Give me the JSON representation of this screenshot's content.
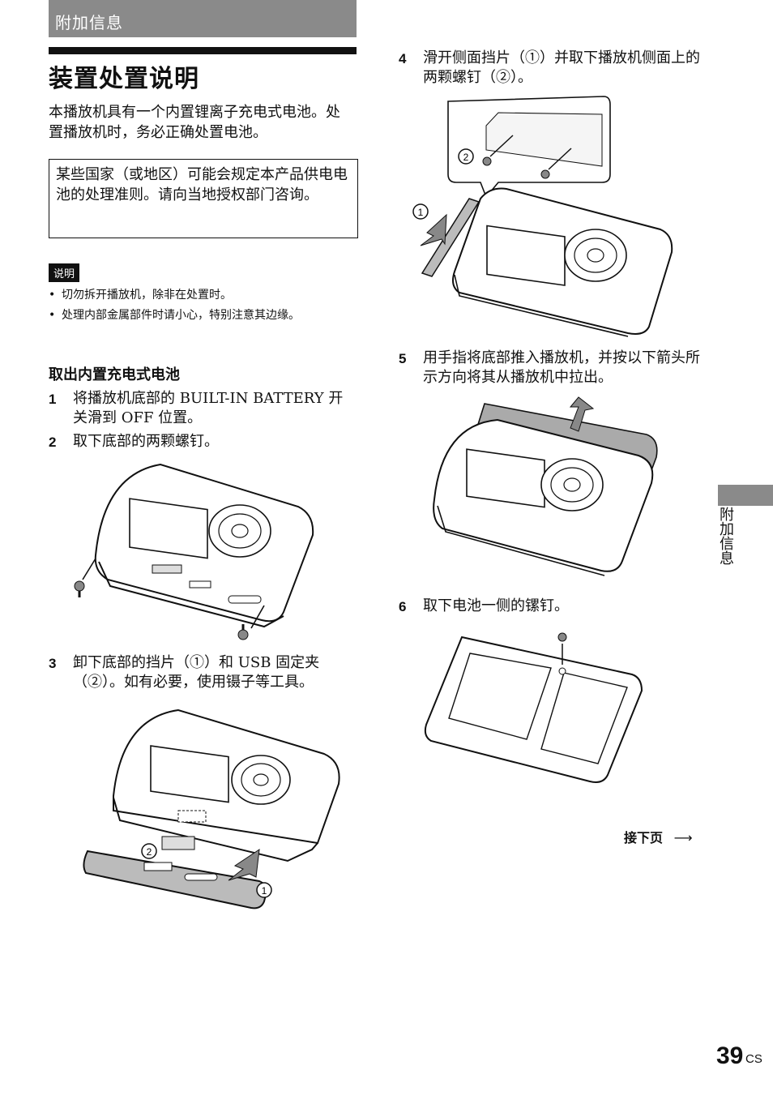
{
  "header": {
    "section": "附加信息"
  },
  "page_title": "装置处置说明",
  "intro": "本播放机具有一个内置锂离子充电式电池。处置播放机时，务必正确处置电池。",
  "warning_box": "某些国家（或地区）可能会规定本产品供电电池的处理准则。请向当地授权部门咨询。",
  "note": {
    "tag": "说明",
    "items": [
      "切勿拆开播放机，除非在处置时。",
      "处理内部金属部件时请小心，特别注意其边缘。"
    ]
  },
  "subheading": "取出内置充电式电池",
  "steps": [
    {
      "num": "1",
      "text": "将播放机底部的 BUILT-IN BATTERY 开关滑到 OFF 位置。"
    },
    {
      "num": "2",
      "text": "取下底部的两颗螺钉。"
    },
    {
      "num": "3",
      "text": "卸下底部的挡片（①）和 USB 固定夹（②）。如有必要，使用镊子等工具。"
    },
    {
      "num": "4",
      "text": "滑开侧面挡片（①）并取下播放机侧面上的两颗螺钉（②）。"
    },
    {
      "num": "5",
      "text": "用手指将底部推入播放机，并按以下箭头所示方向将其从播放机中拉出。"
    },
    {
      "num": "6",
      "text": "取下电池一侧的镙钉。"
    }
  ],
  "callouts": {
    "one": "1",
    "two": "2"
  },
  "side_tab": "附加信息",
  "continue": "接下页",
  "page": {
    "number": "39",
    "suffix": "CS"
  }
}
